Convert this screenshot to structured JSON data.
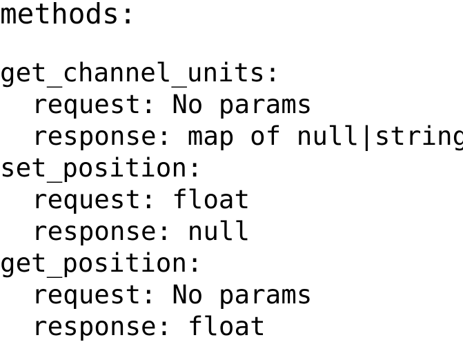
{
  "heading": "methods:",
  "methods": [
    {
      "name": "get_channel_units:",
      "request": "request: No params",
      "response": "response: map of null|string"
    },
    {
      "name": "set_position:",
      "request": "request: float",
      "response": "response: null"
    },
    {
      "name": "get_position:",
      "request": "request: No params",
      "response": "response: float"
    }
  ]
}
